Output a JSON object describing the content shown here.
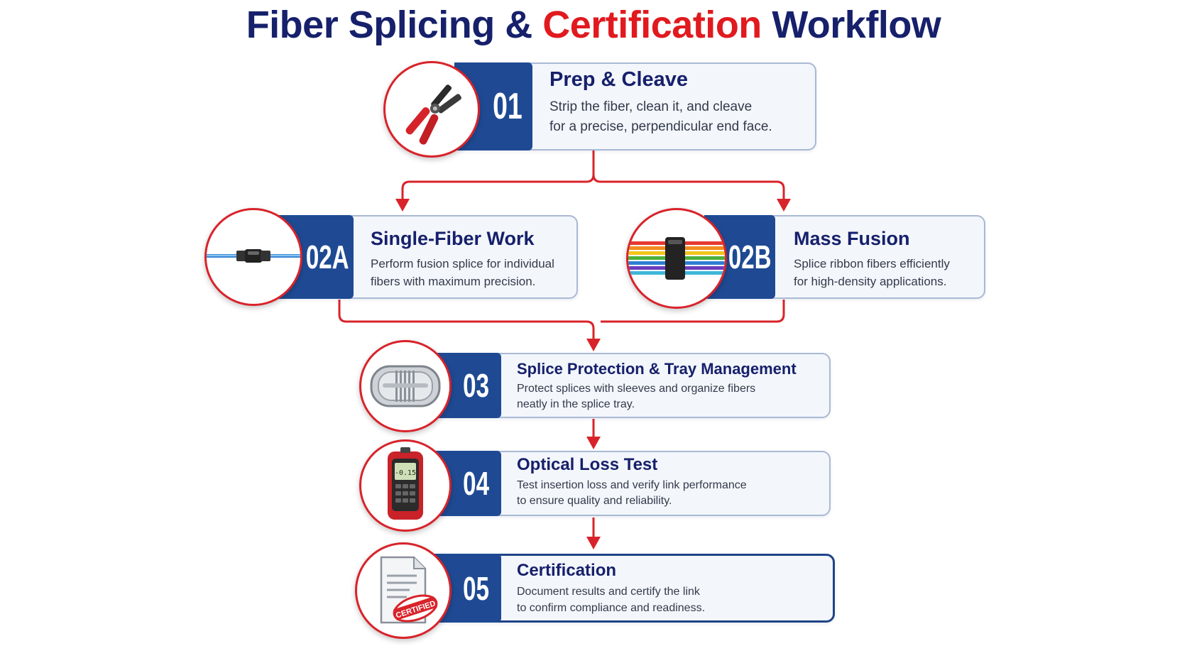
{
  "title": {
    "part1": "Fiber Splicing &",
    "part2": "Certification",
    "part3": "Workflow"
  },
  "colors": {
    "navy": "#16206b",
    "accent_red": "#e01a1f",
    "badge_blue": "#1f4a93",
    "card_bg": "#f3f6fb",
    "card_border": "#a9b9d4"
  },
  "steps": {
    "s01": {
      "number": "01",
      "heading": "Prep & Cleave",
      "line1": "Strip the fiber, clean it, and cleave",
      "line2": "for a precise, perpendicular end face.",
      "icon": "fiber-stripper-tool-icon"
    },
    "s02a": {
      "number": "02A",
      "heading": "Single-Fiber Work",
      "line1": "Perform fusion splice for individual",
      "line2": "fibers with maximum precision.",
      "icon": "single-fiber-splice-icon"
    },
    "s02b": {
      "number": "02B",
      "heading": "Mass Fusion",
      "line1": "Splice ribbon fibers efficiently",
      "line2": "for high-density applications.",
      "icon": "ribbon-fiber-icon"
    },
    "s03": {
      "number": "03",
      "heading": "Splice Protection & Tray Management",
      "line1": "Protect splices with sleeves and organize fibers",
      "line2": "neatly in the splice tray.",
      "icon": "splice-tray-icon"
    },
    "s04": {
      "number": "04",
      "heading": "Optical Loss Test",
      "line1": "Test insertion loss and verify link performance",
      "line2": "to ensure quality and reliability.",
      "icon": "power-meter-icon",
      "meter_reading": "-0.15"
    },
    "s05": {
      "number": "05",
      "heading": "Certification",
      "line1": "Document results and certify the link",
      "line2": "to confirm compliance and readiness.",
      "icon": "certified-document-icon",
      "stamp_text": "CERTIFIED"
    }
  }
}
